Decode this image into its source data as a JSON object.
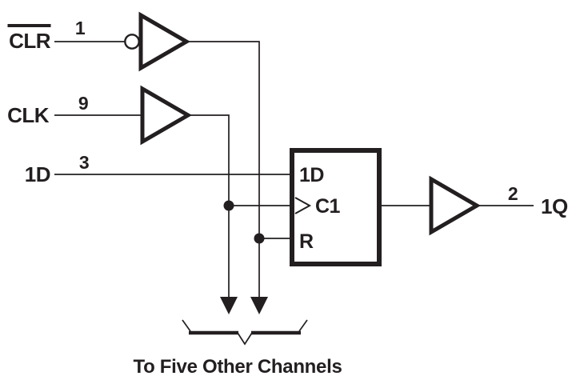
{
  "diagram": {
    "type": "logic-diagram",
    "inputs": {
      "clr": {
        "label": "CLR",
        "overline": true,
        "pin": "1"
      },
      "clk": {
        "label": "CLK",
        "overline": false,
        "pin": "9"
      },
      "d": {
        "label": "1D",
        "overline": false,
        "pin": "3"
      }
    },
    "flipflop": {
      "ports": {
        "data": "1D",
        "clock": "C1",
        "reset": "R"
      }
    },
    "output": {
      "pin": "2",
      "label": "1Q"
    },
    "caption": "To Five Other Channels",
    "colors": {
      "ink": "#231f20",
      "background": "#ffffff"
    }
  }
}
